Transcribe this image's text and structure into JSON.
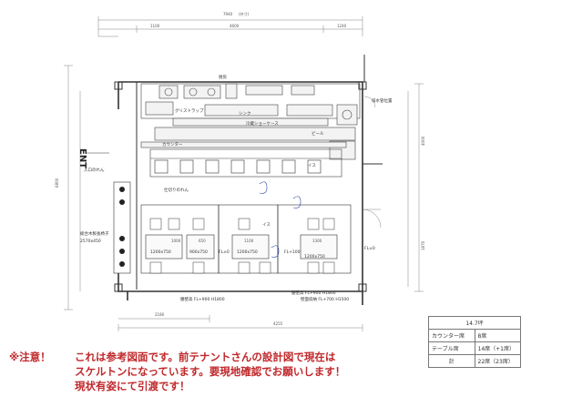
{
  "plan": {
    "dims": {
      "overall_width": "7940",
      "overall_width_sub": "(外寸)",
      "overall_height": "6800",
      "top_segment_1": "1100",
      "top_segment_2": "4600",
      "top_segment_3": "1240",
      "right_segment_1": "4000",
      "right_segment_2": "1870",
      "bottom_segment_1": "2180",
      "bottom_segment_2": "4255"
    },
    "labels": {
      "entrance": "ENT",
      "entrance_small": "入口のれん",
      "grease_trap": "グリストラップ",
      "sink": "シンク",
      "counter": "カウンター",
      "sake_cooler": "冷蔵ショーケース",
      "side_noren": "仕切りのれん",
      "beer_server": "ビール",
      "chair": "イス",
      "chair_b": "イス",
      "table_1": "1200x750",
      "table_2": "900x750",
      "table_3": "1200x750",
      "table_4": "1200x750",
      "fl_1": "FL±0",
      "fl_2": "FL+100",
      "fl_3": "FL±0",
      "seat_dim_1": "1000",
      "seat_dim_2": "650",
      "seat_dim_3": "1100",
      "seat_dim_4": "1300",
      "bench_label": "総合木製長椅子",
      "bench_size": "2570x450",
      "wall_label_1": "腰壁高 FL+900 H1800",
      "wall_label_2": "腰壁高 FL+900 H1800",
      "wall_label_3": "壁面収納 FL+700 H1500",
      "upper_right": "排水管位置",
      "kitchen": "厨房"
    }
  },
  "notice": {
    "head": "※注意！",
    "line1": "これは参考図面です。前テナントさんの設計図で現在は",
    "line2": "スケルトンになっています。要現地確認でお願いします！",
    "line3": "現状有姿にて引渡です！"
  },
  "seat_table": {
    "area": "14.7坪",
    "counter_label": "カウンター席",
    "counter_value": "8席",
    "table_label": "テーブル席",
    "table_value": "14席（+1席）",
    "total_label": "計",
    "total_value": "22席（23席）"
  }
}
